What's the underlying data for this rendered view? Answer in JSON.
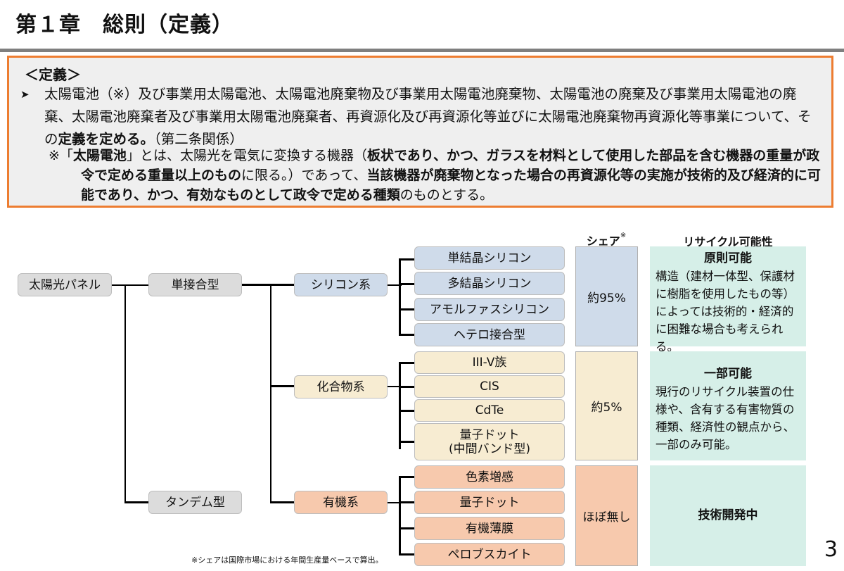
{
  "title": "第１章　総則（定義）",
  "definition": {
    "heading": "＜定義＞",
    "bullet_icon": "arrow-bullet-icon",
    "bullet_text_1": "太陽電池（※）及び事業用太陽電池、太陽電池廃棄物及び事業用太陽電池廃棄物、太陽電池の廃棄及び事業用太陽電池の廃棄、太陽電池廃棄者及び事業用太陽電池廃棄者、再資源化及び再資源化等並びに太陽電池廃棄物再資源化等事業について、その",
    "bullet_bold": "定義を定める。",
    "bullet_text_2": "（第二条関係）",
    "note_prefix": "※「",
    "note_bold_1": "太陽電池",
    "note_text_1": "」とは、太陽光を電気に変換する機器（",
    "note_bold_2": "板状であり、かつ、ガラスを材料として使用した部品を含む機器の重量が政令で定める重量以上のもの",
    "note_text_2": "に限る。）であって、",
    "note_bold_3": "当該機器が廃棄物となった場合の再資源化等の実施が技術的及び経済的に可能であり、かつ、有効なものとして政令で定める種類",
    "note_text_3": "のものとする。"
  },
  "diagram": {
    "root": "太陽光パネル",
    "level1": [
      "単接合型",
      "タンデム型"
    ],
    "level2": [
      "シリコン系",
      "化合物系",
      "有機系"
    ],
    "silicon_types": [
      "単結晶シリコン",
      "多結晶シリコン",
      "アモルファスシリコン",
      "ヘテロ接合型"
    ],
    "compound_types": [
      "III-V族",
      "CIS",
      "CdTe",
      "量子ドット",
      "(中間バンド型)"
    ],
    "organic_types": [
      "色素増感",
      "量子ドット",
      "有機薄膜",
      "ペロブスカイト"
    ],
    "share_header": "シェア",
    "share_header_mark": "※",
    "recycle_header": "リサイクル可能性",
    "shares": [
      "約95%",
      "約5%",
      "ほぼ無し"
    ],
    "recycle": [
      {
        "title": "原則可能",
        "text": "構造（建材一体型、保護材に樹脂を使用したもの等）によっては技術的・経済的に困難な場合も考えられる。"
      },
      {
        "title": "一部可能",
        "text": "現行のリサイクル装置の仕様や、含有する有害物質の種類、経済性の観点から、一部のみ可能。"
      },
      {
        "title": "技術開発中",
        "text": ""
      }
    ],
    "colors": {
      "gray": "#dcdcdc",
      "silicon": "#cfdbea",
      "compound": "#f7ecd2",
      "organic": "#f7c9ad",
      "recycle": "#d6efe8",
      "frame": "#ed7d31"
    }
  },
  "footnote": "※シェアは国際市場における年間生産量ベースで算出。",
  "page_number": "3"
}
